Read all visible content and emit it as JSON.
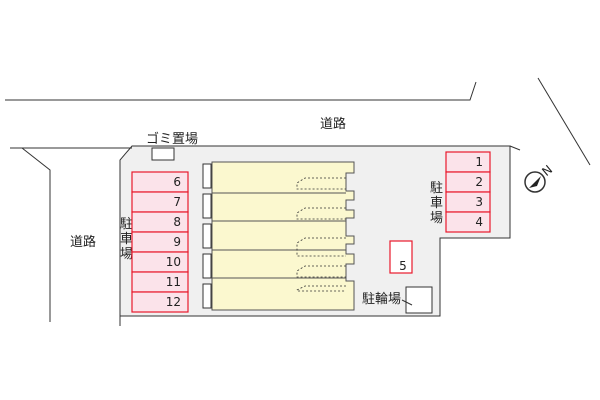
{
  "labels": {
    "road_top": "道路",
    "road_left": "道路",
    "garbage": "ゴミ置場",
    "bicycle": "駐輪場",
    "parking_left": "駐車場",
    "parking_right": "駐車場"
  },
  "parking_left": [
    "6",
    "7",
    "8",
    "9",
    "10",
    "11",
    "12"
  ],
  "parking_right": [
    "1",
    "2",
    "3",
    "4"
  ],
  "parking_single": "5",
  "compass": {
    "letter": "N",
    "icon": "north-compass-icon"
  },
  "colors": {
    "parking_stroke": "#e8192c",
    "parking_fill": "#fbe3ea",
    "building_fill": "#fbf8cf",
    "site_fill": "#f0f0f0",
    "line": "#333333"
  }
}
